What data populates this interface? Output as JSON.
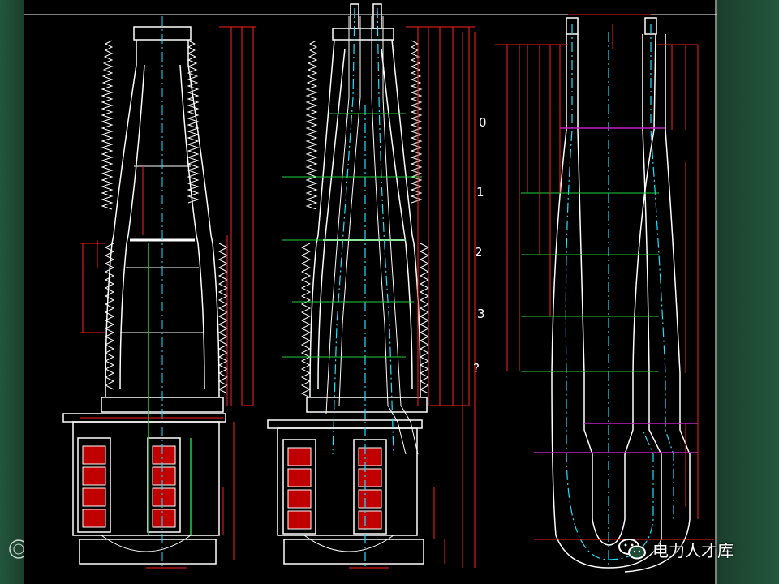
{
  "stage_labels": [
    "0",
    "1",
    "2",
    "3",
    "?"
  ],
  "watermark": {
    "text": "电力人才库",
    "icon": "wechat-icon"
  },
  "colors": {
    "background": "#000000",
    "outline": "#ffffff",
    "dimension": "#ff2020",
    "center_axis": "#20e0ff",
    "level_line": "#20d040",
    "marker": "#c020c0",
    "frame_bg": "#1f4a34"
  }
}
